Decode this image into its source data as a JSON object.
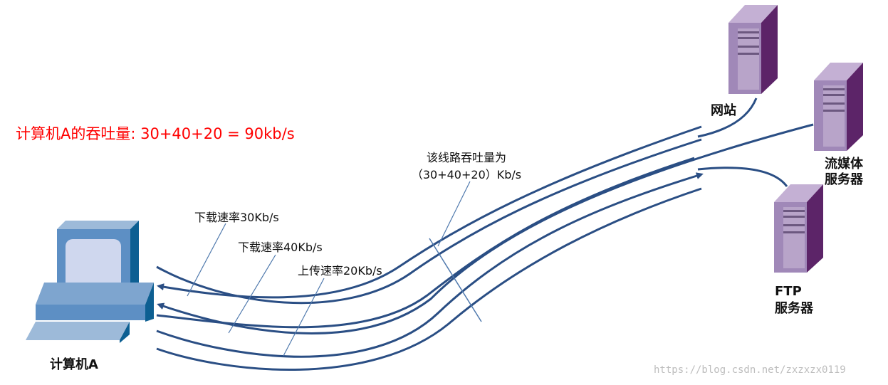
{
  "throughput_text": "计算机A的吞吐量: 30+40+20 = 90kb/s",
  "computer_label": "计算机A",
  "servers": {
    "website": "网站",
    "streaming_line1": "流媒体",
    "streaming_line2": "服务器",
    "ftp_line1": "FTP",
    "ftp_line2": "服务器"
  },
  "line_label_1": "该线路吞吐量为",
  "line_label_2": "（30+40+20）Kb/s",
  "rates": {
    "download_1": "下载速率30Kb/s",
    "download_2": "下载速率40Kb/s",
    "upload": "上传速率20Kb/s"
  },
  "watermark": "https://blog.csdn.net/zxzxzx0119",
  "colors": {
    "flow": "#2a4e84",
    "pointer": "#4f79ad",
    "throughput": "#ff0000",
    "server_front": "#a088b8",
    "server_side": "#5c2468",
    "computer": "#5d8fc4"
  }
}
